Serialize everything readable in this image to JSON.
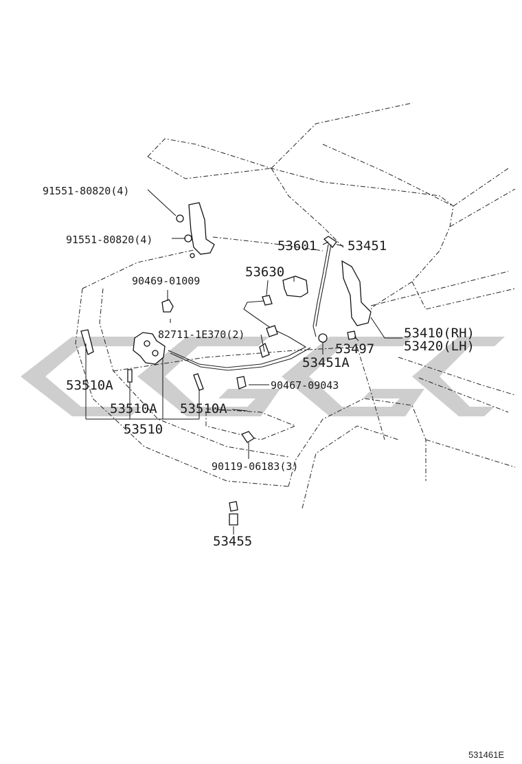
{
  "diagram": {
    "watermark_color": "#c9c9c9",
    "reference_code": "531461E",
    "parts": [
      {
        "id": "p1",
        "label": "91551-80820(4)"
      },
      {
        "id": "p2",
        "label": "91551-80820(4)"
      },
      {
        "id": "p3",
        "label": "90469-01009"
      },
      {
        "id": "p4",
        "label": "82711-1E370(2)"
      },
      {
        "id": "p5",
        "label": "53601"
      },
      {
        "id": "p6",
        "label": "53451"
      },
      {
        "id": "p7",
        "label": "53630"
      },
      {
        "id": "p8",
        "label": "53410(RH)"
      },
      {
        "id": "p9",
        "label": "53420(LH)"
      },
      {
        "id": "p10",
        "label": "53497"
      },
      {
        "id": "p11",
        "label": "53451A"
      },
      {
        "id": "p12",
        "label": "53510A"
      },
      {
        "id": "p13",
        "label": "53510A"
      },
      {
        "id": "p14",
        "label": "53510A"
      },
      {
        "id": "p15",
        "label": "53510"
      },
      {
        "id": "p16",
        "label": "90467-09043"
      },
      {
        "id": "p17",
        "label": "90119-06183(3)"
      },
      {
        "id": "p18",
        "label": "53455"
      }
    ]
  }
}
